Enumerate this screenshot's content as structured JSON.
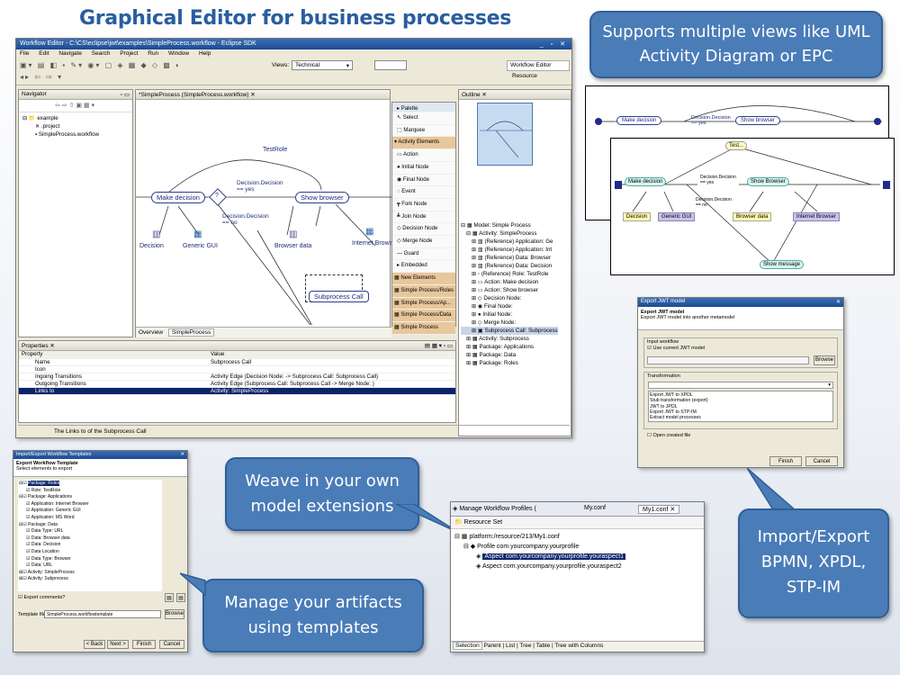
{
  "slide": {
    "title": "Graphical Editor for business processes",
    "callout_views": "Supports multiple views like UML Activity Diagram or EPC",
    "callout_weave": "Weave in your own model extensions",
    "callout_templates": "Manage your artifacts using templates",
    "callout_import": "Import/Export BPMN, XPDL, STP-IM",
    "colors": {
      "title": "#2a5d9f",
      "callout": "#4a7cb8",
      "selection": "#0a246a"
    }
  },
  "editor": {
    "window_title": "Workflow Editor - C:\\CS\\eclipse\\jwt\\examples\\SimpleProcess.workflow - Eclipse SDK",
    "menu": [
      "File",
      "Edit",
      "Navigate",
      "Search",
      "Project",
      "Run",
      "Window",
      "Help"
    ],
    "views_label": "Views:",
    "views_value": "Technical",
    "perspective_workflow": "Workflow Editor",
    "perspective_resource": "Resource",
    "navigator": {
      "title": "Navigator",
      "items": [
        "example",
        ".project",
        "SimpleProcess.workflow"
      ]
    },
    "editor_tab": "*SimpleProcess (SimpleProcess.workflow)",
    "diagram": {
      "make_decision": "Make decision",
      "show_browser": "Show browser",
      "test_role": "TestRole",
      "decision_yes": "Decision.Decision\n== yes",
      "decision_no": "Decision.Decision\n== no",
      "decision_node": "?",
      "decision": "Decision",
      "generic_gui": "Generic GUI",
      "browser_data": "Browser data",
      "internet_brows": "Internet Brows",
      "subprocess_call": "Subprocess Call"
    },
    "bottom_tabs": [
      "Overview",
      "SimpleProcess"
    ],
    "palette": {
      "title": "Palette",
      "tools": [
        "Select",
        "Marquee"
      ],
      "drawer_activity": "Activity Elements",
      "activity_items": [
        "Action",
        "Initial Node",
        "Final Node",
        "Event",
        "Fork Node",
        "Join Node",
        "Decision Node",
        "Merge Node",
        "Guard",
        "Embedded"
      ],
      "drawer_new": "New Elements",
      "new_items": [
        "Simple Process/Roles",
        "Simple Process/Ap...",
        "Simple Process/Data",
        "Simple Process"
      ]
    },
    "outline": {
      "title": "Outline",
      "tree": [
        "Model: Simple Process",
        "Activity: SimpleProcess",
        "(Reference) Application: Ge",
        "(Reference) Application: Int",
        "(Reference) Data: Browser",
        "(Reference) Data: Decision",
        "(Reference) Role: TestRole",
        "Action: Make decision",
        "Action: Show browser",
        "Decision Node:",
        "Final Node:",
        "Initial Node:",
        "Merge Node:",
        "Subprocess Call: Subprocess",
        "Activity: Subprocess",
        "Package: Applications",
        "Package: Data",
        "Package: Roles"
      ]
    },
    "properties": {
      "title": "Properties",
      "col_property": "Property",
      "col_value": "Value",
      "rows": [
        {
          "p": "Name",
          "v": "Subprocess Call"
        },
        {
          "p": "Icon",
          "v": ""
        },
        {
          "p": "Ingoing Transitions",
          "v": "Activity Edge (Decision Node: -> Subprocess Call: Subprocess Call)"
        },
        {
          "p": "Outgoing Transitions",
          "v": "Activity Edge (Subprocess Call: Subprocess Call -> Merge Node: )"
        },
        {
          "p": "Links to",
          "v": "Activity: SimpleProcess"
        }
      ]
    },
    "status_text": "The Links to of the Subprocess Call"
  },
  "epc": {
    "top": {
      "make_decision": "Make decision",
      "decision": "Decision.Decision\n== yes",
      "show_browser": "Show browser"
    },
    "front": {
      "test": "Test...",
      "make_decision": "Make decision",
      "decision_yes": "Decision.Decision\n== yes",
      "show_browser": "Show Browser",
      "decision_no": "Decision.Decision\n== no",
      "decision": "Decision",
      "generic_gui": "Generic GUI",
      "browser_data": "Browser data",
      "internet_browser": "Internet Browser",
      "show_message": "Show message"
    }
  },
  "export_dialog": {
    "title": "Export JWT model",
    "subtitle": "Export JWT model into another metamodel",
    "group_input": "Input workflow",
    "use_current": "Use current JWT model",
    "browse": "Browse",
    "group_transform": "Transformation",
    "transforms": [
      "Export JWT to XPDL",
      "Stub transformation (export)",
      "JWT to JPDL",
      "Export JWT to STP-IM",
      "Extract model processes"
    ],
    "open_created": "Open created file",
    "finish": "Finish",
    "cancel": "Cancel"
  },
  "template_dialog": {
    "title": "Import/Export Workflow Templates",
    "header": "Export Workflow Template",
    "subheader": "Select elements to export",
    "items": [
      "Package: Roles",
      "Role: TestRole",
      "Package: Applications",
      "Application: Internet Browser",
      "Application: Generic GUI",
      "Application: MS Word",
      "Package: Data",
      "Data Type: URL",
      "Data: Browser data",
      "Data: Decision",
      "Data Location",
      "Data Type: Browser",
      "Data: URL",
      "Activity: SimpleProcess",
      "Activity: Subprocess"
    ],
    "export_comments": "Export comments?",
    "template_file_label": "Template file:",
    "template_file_value": "SimpleProcess.workflowtemplate",
    "browse": "Browse",
    "back": "< Back",
    "next": "Next >",
    "finish": "Finish",
    "cancel": "Cancel"
  },
  "profiles": {
    "tabs": [
      "Manage Workflow Profiles (",
      "My.conf",
      "My1.conf"
    ],
    "header": "Resource Set",
    "tree": [
      "platform:/resource/213/My1.conf",
      "Profile com.yourcompany.yourprofile",
      "Aspect com.yourcompany.yourprofile.youraspect1",
      "Aspect com.yourcompany.yourprofile.youraspect2"
    ],
    "bottom_tabs": [
      "Selection",
      "Parent",
      "List",
      "Tree",
      "Table",
      "Tree with Columns"
    ]
  }
}
